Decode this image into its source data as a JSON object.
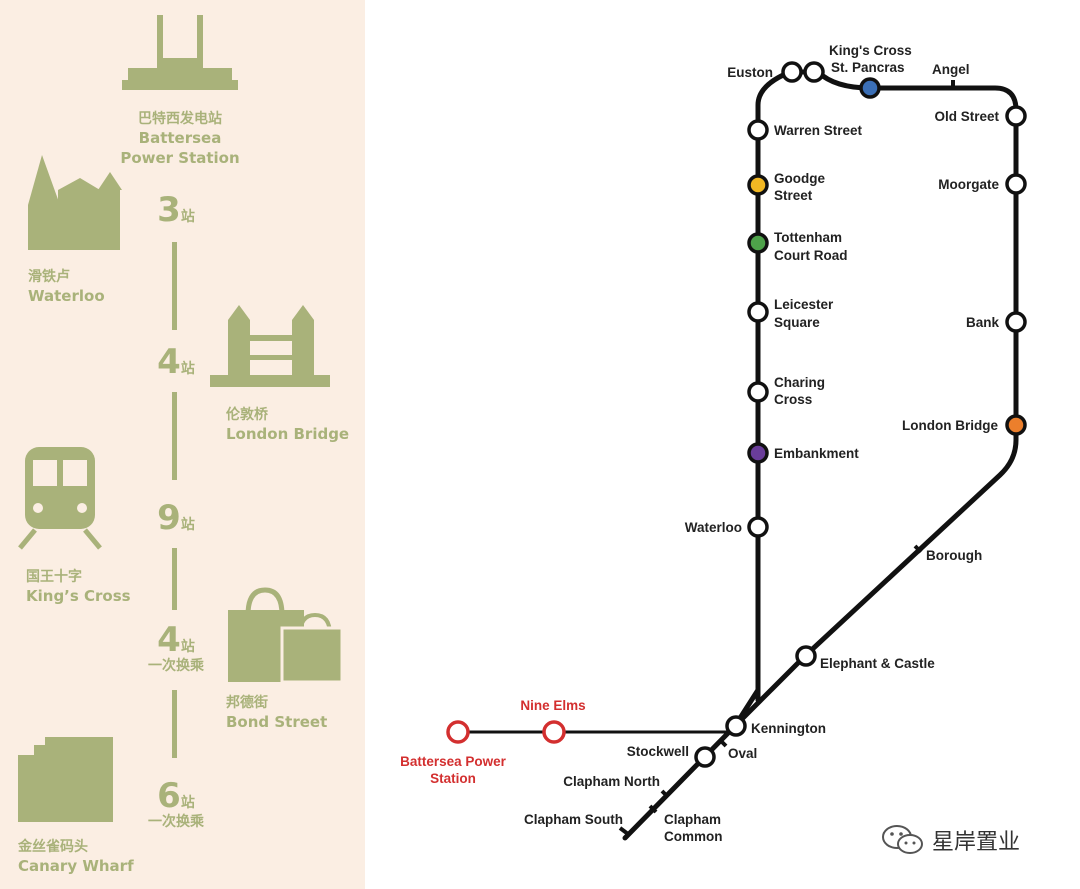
{
  "left_panel": {
    "destinations": [
      {
        "cn": "巴特西发电站",
        "en_line1": "Battersea",
        "en_line2": "Power Station"
      },
      {
        "cn": "滑铁卢",
        "en": "Waterloo"
      },
      {
        "cn": "伦敦桥",
        "en": "London Bridge"
      },
      {
        "cn": "国王十字",
        "en": "King’s Cross"
      },
      {
        "cn": "邦德街",
        "en": "Bond Street"
      },
      {
        "cn": "金丝雀码头",
        "en": "Canary Wharf"
      }
    ],
    "stop_counts": [
      {
        "num": "3",
        "unit": "站"
      },
      {
        "num": "4",
        "unit": "站"
      },
      {
        "num": "9",
        "unit": "站"
      },
      {
        "num": "4",
        "unit": "站",
        "sub": "一次换乘"
      },
      {
        "num": "6",
        "unit": "站",
        "sub": "一次换乘"
      }
    ],
    "icon_names": [
      "power-station-icon",
      "church-icon",
      "tower-bridge-icon",
      "train-icon",
      "shopping-bag-icon",
      "skyscraper-icon"
    ]
  },
  "map": {
    "stations": {
      "euston": "Euston",
      "kings_cross_1": "King's Cross",
      "kings_cross_2": "St. Pancras",
      "angel": "Angel",
      "old_street": "Old Street",
      "warren_street": "Warren Street",
      "goodge_1": "Goodge",
      "goodge_2": "Street",
      "moorgate": "Moorgate",
      "tottenham_1": "Tottenham",
      "tottenham_2": "Court Road",
      "leicester_1": "Leicester",
      "leicester_2": "Square",
      "bank": "Bank",
      "charing_1": "Charing",
      "charing_2": "Cross",
      "london_bridge": "London Bridge",
      "embankment": "Embankment",
      "waterloo": "Waterloo",
      "borough": "Borough",
      "elephant": "Elephant & Castle",
      "nine_elms": "Nine Elms",
      "kennington": "Kennington",
      "battersea_1": "Battersea Power",
      "battersea_2": "Station",
      "stockwell": "Stockwell",
      "oval": "Oval",
      "clapham_north": "Clapham North",
      "clapham_south": "Clapham South",
      "clapham_common_1": "Clapham",
      "clapham_common_2": "Common"
    },
    "colors": {
      "line": "#111111",
      "extension": "#d32f2f",
      "kings_cross": "#3b6fb6",
      "goodge": "#f2b823",
      "tottenham": "#4ea34a",
      "embankment": "#6a3d9a",
      "london_bridge": "#ec7f2c",
      "panel_bg": "#fbeee3",
      "panel_fg": "#a9b27a"
    }
  },
  "watermark": {
    "text": "星岸置业",
    "icon": "wechat-icon"
  }
}
